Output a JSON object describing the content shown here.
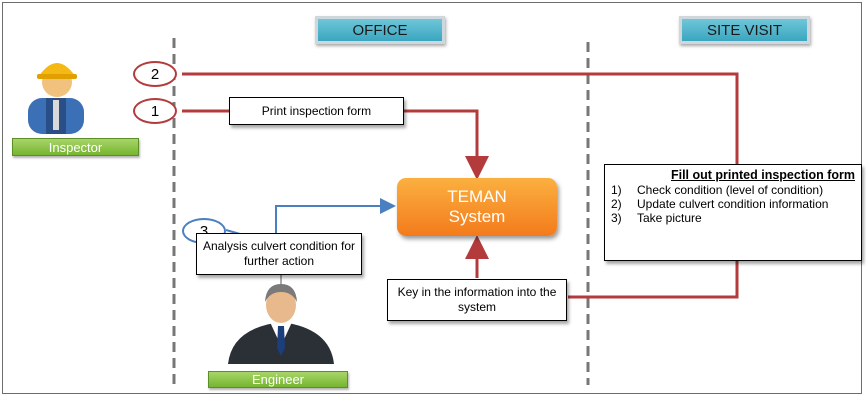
{
  "headers": {
    "office": "OFFICE",
    "site_visit": "SITE VISIT"
  },
  "actors": {
    "inspector": "Inspector",
    "engineer": "Engineer"
  },
  "steps": {
    "one": "1",
    "two": "2",
    "three": "3"
  },
  "boxes": {
    "print_form": "Print inspection form",
    "analysis": "Analysis  culvert condition for further action",
    "key_in": "Key in the information into the system"
  },
  "teman": {
    "line1": "TEMAN",
    "line2": "System"
  },
  "site_form": {
    "title": "Fill out printed inspection form",
    "items": [
      {
        "n": "1)",
        "text": "Check condition (level of condition)"
      },
      {
        "n": "2)",
        "text": "Update culvert condition information"
      },
      {
        "n": "3)",
        "text": "Take picture"
      }
    ]
  },
  "colors": {
    "red_line": "#b33b3b",
    "blue_line": "#4a7fc1",
    "teman": "#f58a24",
    "header": "#4fb4cc",
    "label_green": "#8cc63f"
  },
  "icons": {
    "inspector": "worker-helmet-icon",
    "engineer": "businessman-icon"
  }
}
